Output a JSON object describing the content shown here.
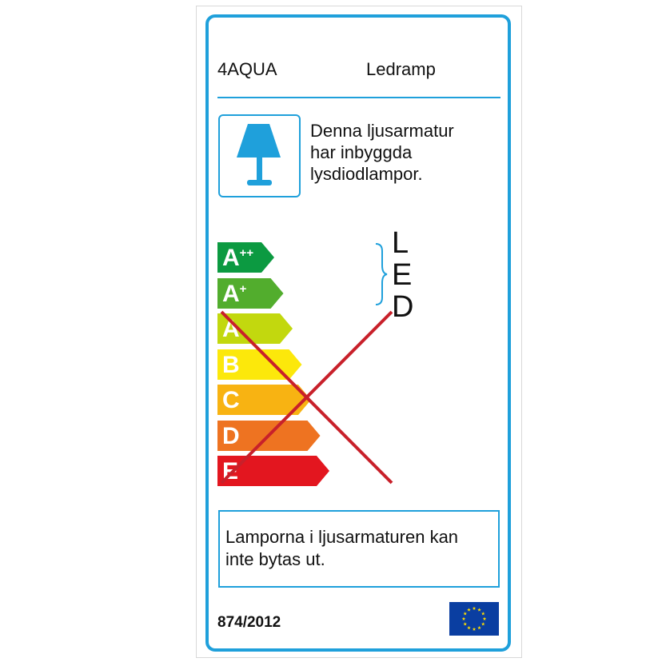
{
  "label": {
    "supplier": "4AQUA",
    "model": "Ledramp",
    "lamp_text_lines": [
      "Denna ljusarmatur",
      "har inbyggda",
      "lysdiodlampor."
    ],
    "compatible_lamp_type": [
      "L",
      "E",
      "D"
    ],
    "energy_classes": [
      {
        "base": "A",
        "sup": "++",
        "color": "#0c9a41",
        "crossed": false
      },
      {
        "base": "A",
        "sup": "+",
        "color": "#52ad2d",
        "crossed": false
      },
      {
        "base": "A",
        "sup": "",
        "color": "#c2d80e",
        "crossed": true
      },
      {
        "base": "B",
        "sup": "",
        "color": "#fce80b",
        "crossed": true
      },
      {
        "base": "C",
        "sup": "",
        "color": "#f8b312",
        "crossed": true
      },
      {
        "base": "D",
        "sup": "",
        "color": "#ee7321",
        "crossed": true
      },
      {
        "base": "E",
        "sup": "",
        "color": "#e3161f",
        "crossed": true
      }
    ],
    "note_lines": [
      "Lamporna i ljusarmaturen kan",
      "inte bytas ut."
    ],
    "regulation": "874/2012"
  },
  "colors": {
    "frame": "#1fa0db",
    "cross": "#c8202a",
    "eu_blue": "#0a3ea1",
    "eu_star": "#ffdd00"
  },
  "icons": {
    "lamp": "table-lamp-icon",
    "flag": "eu-flag-icon",
    "brace": "curly-brace-icon"
  }
}
